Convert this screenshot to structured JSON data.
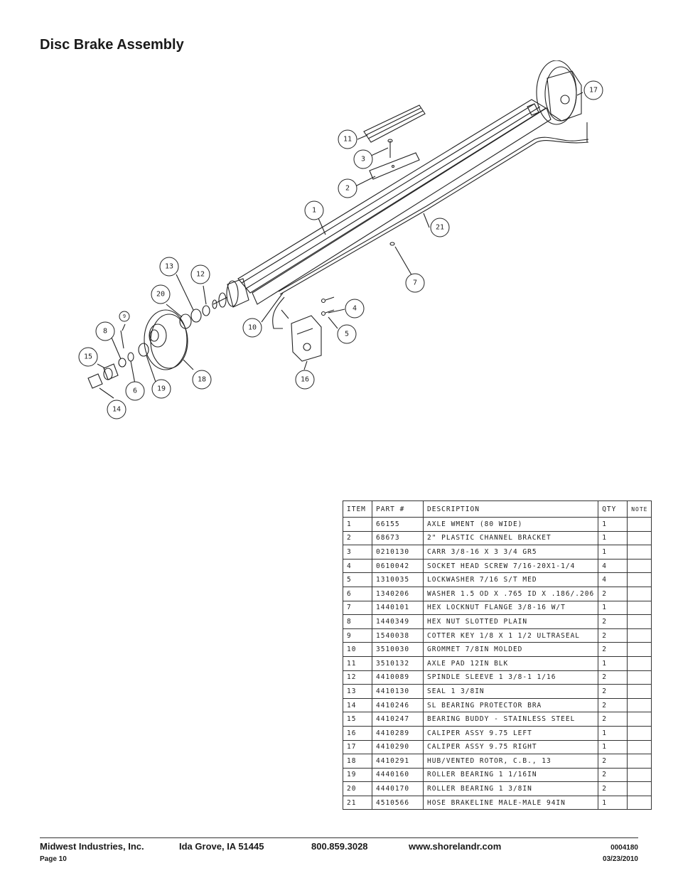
{
  "page": {
    "title": "Disc Brake Assembly"
  },
  "diagram": {
    "callouts": [
      "17",
      "11",
      "3",
      "2",
      "1",
      "21",
      "7",
      "13",
      "12",
      "20",
      "4",
      "10",
      "5",
      "9",
      "8",
      "15",
      "6",
      "19",
      "18",
      "16",
      "14"
    ]
  },
  "parts_table": {
    "headers": [
      "ITEM",
      "PART #",
      "DESCRIPTION",
      "QTY",
      "NOTE"
    ],
    "rows": [
      [
        "1",
        "66155",
        "AXLE WMENT (80 WIDE)",
        "1",
        ""
      ],
      [
        "2",
        "68673",
        "2\" PLASTIC CHANNEL BRACKET",
        "1",
        ""
      ],
      [
        "3",
        "0210130",
        "CARR 3/8-16 X 3 3/4 GR5",
        "1",
        ""
      ],
      [
        "4",
        "0610042",
        "SOCKET HEAD SCREW 7/16-20X1-1/4",
        "4",
        ""
      ],
      [
        "5",
        "1310035",
        "LOCKWASHER 7/16 S/T MED",
        "4",
        ""
      ],
      [
        "6",
        "1340206",
        "WASHER 1.5 OD X .765 ID X .186/.206",
        "2",
        ""
      ],
      [
        "7",
        "1440101",
        "HEX LOCKNUT FLANGE 3/8-16 W/T",
        "1",
        ""
      ],
      [
        "8",
        "1440349",
        "HEX NUT SLOTTED PLAIN",
        "2",
        ""
      ],
      [
        "9",
        "1540038",
        "COTTER KEY 1/8 X 1 1/2 ULTRASEAL",
        "2",
        ""
      ],
      [
        "10",
        "3510030",
        "GROMMET  7/8IN MOLDED",
        "2",
        ""
      ],
      [
        "11",
        "3510132",
        "AXLE PAD 12IN  BLK",
        "1",
        ""
      ],
      [
        "12",
        "4410089",
        "SPINDLE SLEEVE  1 3/8-1 1/16",
        "2",
        ""
      ],
      [
        "13",
        "4410130",
        "SEAL  1 3/8IN",
        "2",
        ""
      ],
      [
        "14",
        "4410246",
        "SL BEARING PROTECTOR BRA",
        "2",
        ""
      ],
      [
        "15",
        "4410247",
        "BEARING BUDDY - STAINLESS STEEL",
        "2",
        ""
      ],
      [
        "16",
        "4410289",
        "CALIPER ASSY 9.75 LEFT",
        "1",
        ""
      ],
      [
        "17",
        "4410290",
        "CALIPER ASSY 9.75 RIGHT",
        "1",
        ""
      ],
      [
        "18",
        "4410291",
        "HUB/VENTED ROTOR, C.B.,  13",
        "2",
        ""
      ],
      [
        "19",
        "4440160",
        "ROLLER BEARING   1 1/16IN",
        "2",
        ""
      ],
      [
        "20",
        "4440170",
        "ROLLER BEARING   1 3/8IN",
        "2",
        ""
      ],
      [
        "21",
        "4510566",
        "HOSE BRAKELINE MALE-MALE 94IN",
        "1",
        ""
      ]
    ]
  },
  "footer": {
    "company": "Midwest Industries, Inc.",
    "location": "Ida Grove, IA  51445",
    "phone": "800.859.3028",
    "website": "www.shorelandr.com",
    "page_label": "Page 10",
    "doc_number": "0004180",
    "date": "03/23/2010"
  }
}
